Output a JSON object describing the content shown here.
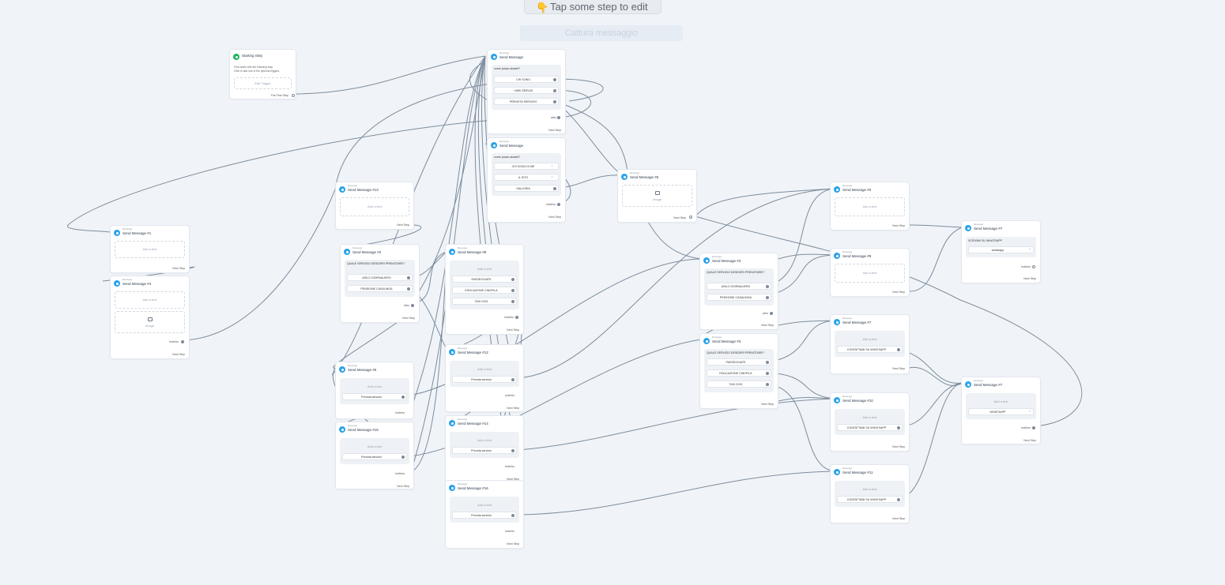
{
  "toolbar": {
    "hint_icon": "hand-pointing-icon",
    "hint": "Tap some step to edit",
    "ghost_label": "Cattura messaggio"
  },
  "labels": {
    "subtitle": "Messenger",
    "add_text": "Add a text",
    "image": "Image",
    "next_step": "Next Step",
    "indietro": "Indietro",
    "altro": "altro"
  },
  "start": {
    "title": "Starting Step",
    "description": "Flow starts with the following step.\nClick to add one of the optional triggers.",
    "add_trigger": "Add Trigger",
    "first_step": "The First Step"
  },
  "nodes": {
    "welcome": {
      "title": "Send Message",
      "question": "come posso aiutarti?",
      "options": [
        "CHI SONO",
        "I MIEI SERVIZI",
        "PRENOTA SERVIZIO"
      ],
      "footer": "altro"
    },
    "welcome2": {
      "title": "Send Message",
      "question": "come posso aiutarti?",
      "options": [
        "CHI SONO DI ME",
        "IL SITO",
        "GALLERIA"
      ],
      "footer": "Indietro"
    },
    "m1": {
      "title": "Send Message #1"
    },
    "m4": {
      "title": "Send Message #4",
      "footer": "Indietro"
    },
    "m13": {
      "title": "Send Message #13"
    },
    "m2": {
      "title": "Send Message #2",
      "question": "QUALE SERVIZIO DESIDERI PRENOTARE?",
      "options": [
        "ASILO GIORNALIERO",
        "PENSIONE CASALINGA"
      ],
      "footer": "altro"
    },
    "m8": {
      "title": "Send Message #8",
      "options": [
        "PASSEGGIATE",
        "EDUCAZIONE CINOFILA",
        "TAXI DOG"
      ],
      "footer": "Indietro"
    },
    "m5": {
      "title": "Send Message #5",
      "button": "Prenota servizio",
      "footer": "Indietro"
    },
    "m15": {
      "title": "Send Message #15",
      "button": "Prenota servizio",
      "footer": "Indietro"
    },
    "m12": {
      "title": "Send Message #12",
      "button": "Prenota servizio",
      "footer": "Indietro"
    },
    "m14": {
      "title": "Send Message #14",
      "button": "Prenota servizio",
      "footer": "Indietro"
    },
    "m16": {
      "title": "Send Message #16",
      "button": "Prenota servizio",
      "footer": "Indietro"
    },
    "m6": {
      "title": "Send Message #6"
    },
    "m3": {
      "title": "Send Message #3",
      "question": "QUALE SERVIZIO DESIDERI PRENOTARE?",
      "options": [
        "ASILO GIORNALIERO",
        "PENSIONE CASALINGA"
      ],
      "footer": "altro"
    },
    "m3b": {
      "title": "Send Message #3",
      "question": "QUALE SERVIZIO DESIDERI PRENOTARE?",
      "options": [
        "PASSEGGIATE",
        "EDUCAZIONE CINOFILA",
        "TAXI DOG"
      ]
    },
    "m0": {
      "title": "Send Message #0"
    },
    "m9": {
      "title": "Send Message #9"
    },
    "m7": {
      "title": "Send Message #7",
      "button": "CONTATTAMI SU WHATSAPP"
    },
    "m10": {
      "title": "Send Message #10",
      "button": "CONTATTAMI SU WHATSAPP"
    },
    "m11": {
      "title": "Send Message #11",
      "button": "CONTATTAMI SU WHATSAPP"
    },
    "m17a": {
      "title": "Send Message #7",
      "question": "SCRIVIMI SU WHATSAPP",
      "button": "whatsapp",
      "footer": "Indietro"
    },
    "m17b": {
      "title": "Send Message #7",
      "button": "WHATSAPP",
      "footer": "Indietro"
    }
  }
}
